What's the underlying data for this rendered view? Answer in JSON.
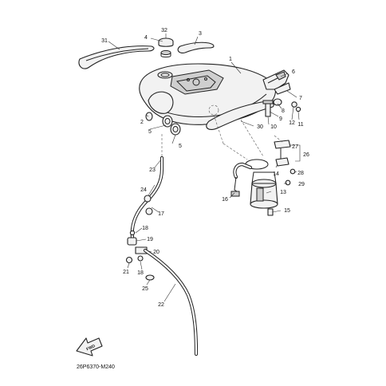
{
  "callouts": [
    {
      "id": "c1",
      "text": "1"
    },
    {
      "id": "c2",
      "text": "2"
    },
    {
      "id": "c3",
      "text": "3"
    },
    {
      "id": "c4",
      "text": "4"
    },
    {
      "id": "c5a",
      "text": "5"
    },
    {
      "id": "c5b",
      "text": "5"
    },
    {
      "id": "c6",
      "text": "6"
    },
    {
      "id": "c7",
      "text": "7"
    },
    {
      "id": "c8",
      "text": "8"
    },
    {
      "id": "c9",
      "text": "9"
    },
    {
      "id": "c10",
      "text": "10"
    },
    {
      "id": "c11",
      "text": "11"
    },
    {
      "id": "c12",
      "text": "12"
    },
    {
      "id": "c13",
      "text": "13"
    },
    {
      "id": "c14",
      "text": "14"
    },
    {
      "id": "c15",
      "text": "15"
    },
    {
      "id": "c16",
      "text": "16"
    },
    {
      "id": "c17",
      "text": "17"
    },
    {
      "id": "c18a",
      "text": "18"
    },
    {
      "id": "c18b",
      "text": "18"
    },
    {
      "id": "c19",
      "text": "19"
    },
    {
      "id": "c20",
      "text": "20"
    },
    {
      "id": "c21",
      "text": "21"
    },
    {
      "id": "c22",
      "text": "22"
    },
    {
      "id": "c23",
      "text": "23"
    },
    {
      "id": "c24",
      "text": "24"
    },
    {
      "id": "c25",
      "text": "25"
    },
    {
      "id": "c26",
      "text": "26"
    },
    {
      "id": "c27",
      "text": "27"
    },
    {
      "id": "c28",
      "text": "28"
    },
    {
      "id": "c29",
      "text": "29"
    },
    {
      "id": "c30",
      "text": "30"
    },
    {
      "id": "c31",
      "text": "31"
    },
    {
      "id": "c32",
      "text": "32"
    }
  ],
  "diagram_code": "26P6370-M240",
  "direction_label": "FWD"
}
